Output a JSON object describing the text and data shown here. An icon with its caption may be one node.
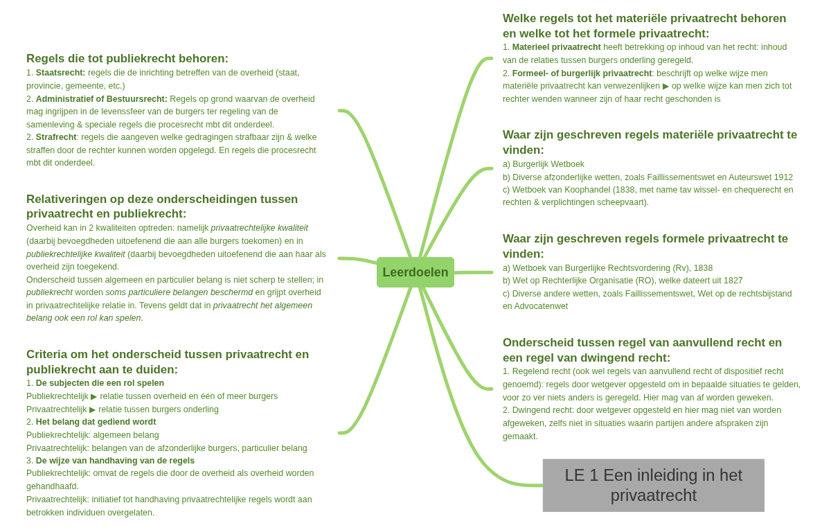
{
  "diagram": {
    "nodes": [
      {
        "text": [
          "Regels die tot publiekrecht behoren:",
          "1. **Staatsrecht:** regels die de inrichting betreffen van de overheid (staat, provincie, gemeente, etc.)",
          "2. **Administratief of Bestuursrecht:** Regels op grond waarvan de overheid mag ingrijpen in de levenssfeer van de burgers ter regeling van de samenleving & speciale regels die procesrecht mbt dit onderdeel.",
          "2. **Strafrecht**: regels die aangeven welke gedragingen strafbaar zijn & welke straffen door de rechter kunnen worden opgelegd. En regels die procesrecht mbt dit onderdeel."
        ]
      },
      {
        "text": [
          "Welke regels tot het materiële privaatrecht behoren en welke tot het formele privaatrecht:",
          "1. **Materieel privaatrecht** heeft betrekking op inhoud van het recht: inhoud van de relaties tussen burgers onderling geregeld.",
          "2. **Formeel- of burgerlijk privaatrecht**: beschrijft op welke wijze men materiële privaatrecht kan verwezenlijken ▶ op welke wijze kan men zich tot rechter wenden wanneer zijn of haar recht geschonden is"
        ]
      },
      {
        "text": [
          "Relativeringen op deze onderscheidingen tussen privaatrecht en publiekrecht:",
          "Overheid kan in 2 kwaliteiten optreden: namelijk *privaatrechtelijke kwaliteit* (daarbij bevoegdheden uitoefenend die aan alle burgers toekomen) en in *publiekrechtelijke kwaliteit* (daarbij bevoegdheden uitoefenend die aan haar als overheid zijn toegekend.",
          "Onderscheid tussen algemeen en particulier belang is niet scherp te stellen; in *publiekrecht* worden *soms particuliere belangen beschermd* en grijpt overheid in privaatrechtelijke relatie in. Tevens geldt dat in *privaatrecht het algemeen belang ook een rol kan spelen*."
        ]
      },
      {
        "text": [
          "Waar zijn geschreven regels materiële privaatrecht te vinden:",
          "a) Burgerlijk Wetboek",
          "b) Diverse afzonderlijke wetten, zoals Faillissementswet en Auteurswet 1912",
          "c) Wetboek van Koophandel (1838, met name tav wissel- en chequerecht en rechten & verplichtingen scheepvaart)."
        ]
      },
      {
        "text": [
          "Waar zijn geschreven regels formele privaatrecht te vinden:",
          "a) Wetboek van Burgerlijke Rechtsvordering (Rv), 1838",
          "b) Wet op Rechterlijke Organisatie (RO), welke dateert uit 1827",
          "c) Diverse andere wetten, zoals Faillissementswet, Wet op de rechtsbijstand en Advocatenwet"
        ]
      },
      {
        "text": [
          "Leerdoelen"
        ]
      },
      {
        "text": [
          "Criteria om het onderscheid tussen privaatrecht en publiekrecht aan te duiden:",
          "1. **De subjecten die een rol spelen**",
          "Publiekrechtelijk ▶ relatie tussen overheid en één of meer burgers",
          "Privaatrechtelijk ▶ relatie tussen burgers onderling",
          "2. **Het belang dat gediend wordt**",
          "Publiekrechtelijk: algemeen belang",
          "Privaatrechtelijk: belangen van de afzonderlijke burgers, particulier belang",
          "3. **De wijze van handhaving van de regels**",
          "Publiekrechtelijk: omvat de regels die door de overheid als overheid worden gehandhaafd.",
          "Privaatrechtelijk: initiatief tot handhaving privaatrechtelijke regels wordt aan betrokken individuen overgelaten."
        ]
      },
      {
        "text": [
          "LE 1 Een inleiding in het privaatrecht"
        ]
      },
      {
        "text": [
          "Onderscheid tussen regel van aanvullend recht en een regel van dwingend recht:",
          "1. Regelend recht (ook wel regels van aanvullend recht of dispositief recht genoemd): regels door wetgever opgesteld om in bepaalde situaties te gelden, voor zo ver niets anders is geregeld. Hier mag van af worden geweken.",
          "2. Dwingend recht: door wetgever opgesteld en hier mag niet van worden afgeweken, zelfs niet in situaties waarin partijen andere afspraken zijn gemaakt."
        ]
      }
    ],
    "edges": [
      {
        "from": 0,
        "to": 5,
        "arrow": "none"
      },
      {
        "from": 5,
        "to": 1,
        "arrow": "none"
      },
      {
        "from": 2,
        "to": 5,
        "arrow": "none"
      },
      {
        "from": 5,
        "to": 3,
        "arrow": "none"
      },
      {
        "from": 5,
        "to": 4,
        "arrow": "none"
      },
      {
        "from": 6,
        "to": 5,
        "arrow": "none"
      },
      {
        "from": 5,
        "to": 8,
        "arrow": "none"
      },
      {
        "from": 5,
        "to": 7,
        "arrow": "none"
      }
    ]
  }
}
